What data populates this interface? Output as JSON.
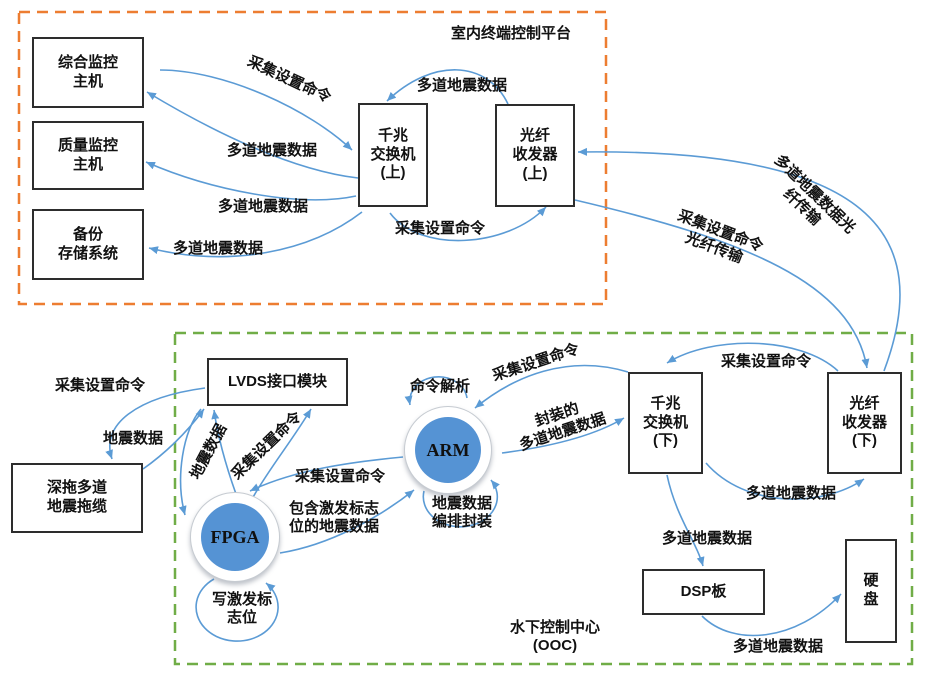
{
  "colors": {
    "arrow_blue": "#5B9BD5",
    "node_fill_blue": "#5593D4",
    "indoor_region_border": "#ED7D31",
    "underwater_region_border": "#70AD47",
    "box_border": "#2D2D2D",
    "text": "#111111"
  },
  "regions": {
    "indoor": "室内终端控制平台",
    "underwater": "水下控制中心\n(OOC)"
  },
  "nodes": {
    "monitor_host": "综合监控\n主机",
    "quality_host": "质量监控\n主机",
    "backup_storage": "备份\n存储系统",
    "switch_upper": "千兆\n交换机\n(上)",
    "fiber_upper": "光纤\n收发器\n(上)",
    "streamer": "深拖多道\n地震拖缆",
    "lvds": "LVDS接口模块",
    "fpga": "FPGA",
    "arm": "ARM",
    "switch_lower": "千兆\n交换机\n(下)",
    "fiber_lower": "光纤\n收发器\n(下)",
    "dsp": "DSP板",
    "hdd": "硬\n盘"
  },
  "flow_labels": {
    "cmd_host_to_switch": "采集设置命令",
    "data_switch_to_monitor": "多道地震数据",
    "data_switch_to_quality": "多道地震数据",
    "data_switch_to_backup": "多道地震数据",
    "data_fiber_to_switch_upper": "多道地震数据",
    "cmd_switch_to_fiber_upper": "采集设置命令",
    "fiber_data_up": "多道地震数据光纤传输",
    "fiber_cmd_down": "采集设置命令\n光纤传输",
    "cmd_lvds_to_streamer": "采集设置命令",
    "data_streamer_to_lvds": "地震数据",
    "data_lvds_fpga": "地震数据",
    "cmd_fpga_to_lvds": "采集设置命令",
    "cmd_arm_to_fpga": "采集设置命令",
    "data_fpga_to_arm": "包含激发标志\n位的地震数据",
    "fpga_loop": "写激发标\n志位",
    "arm_loop_top": "命令解析",
    "arm_loop_bottom": "地震数据\n编排封装",
    "cmd_switch_to_arm": "采集设置命令",
    "data_arm_to_switch": "封装的\n多道地震数据",
    "cmd_fiber_to_switch_lower": "采集设置命令",
    "data_switch_to_fiber_lower": "多道地震数据",
    "data_switch_to_dsp": "多道地震数据",
    "data_dsp_to_hdd": "多道地震数据"
  }
}
